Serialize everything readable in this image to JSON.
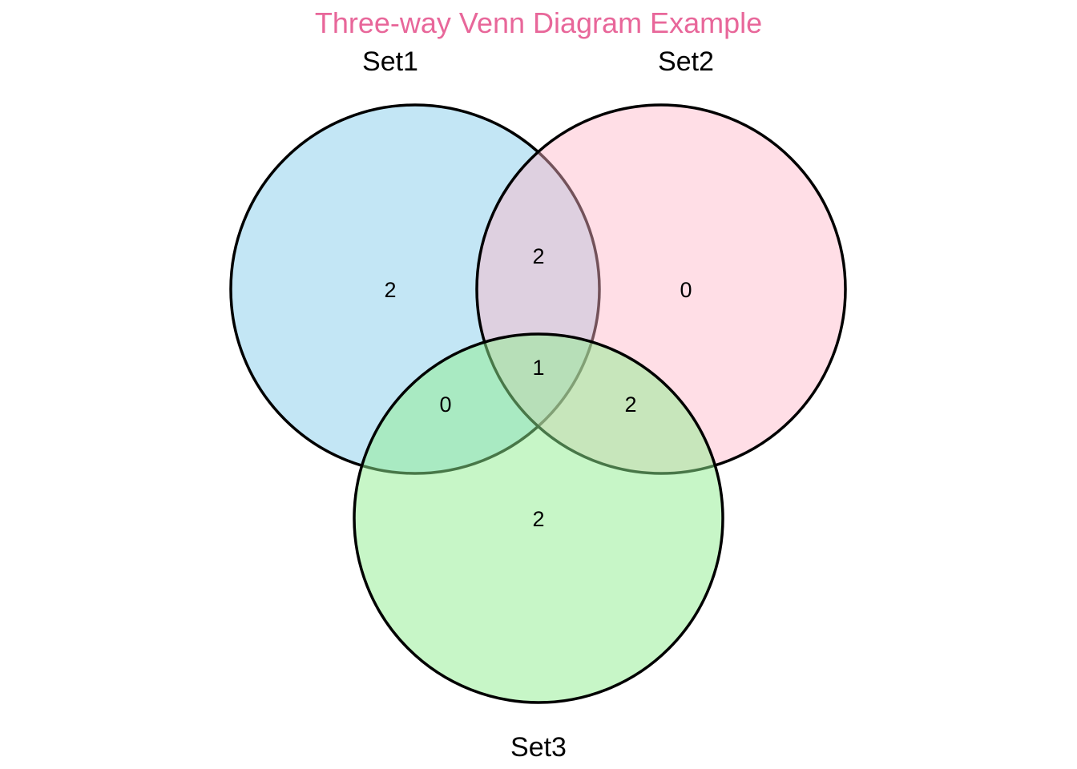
{
  "title": "Three-way Venn Diagram Example",
  "colors": {
    "title": "#e8679a",
    "set1_fill": "#87ceeb",
    "set2_fill": "#ffb6c8",
    "set3_fill": "#90ee90",
    "outline": "#000000"
  },
  "chart_data": {
    "type": "venn",
    "title": "Three-way Venn Diagram Example",
    "sets": [
      "Set1",
      "Set2",
      "Set3"
    ],
    "regions": {
      "set1_only": "2",
      "set2_only": "0",
      "set3_only": "2",
      "set1_set2": "2",
      "set1_set3": "0",
      "set2_set3": "2",
      "set1_set2_set3": "1"
    }
  }
}
